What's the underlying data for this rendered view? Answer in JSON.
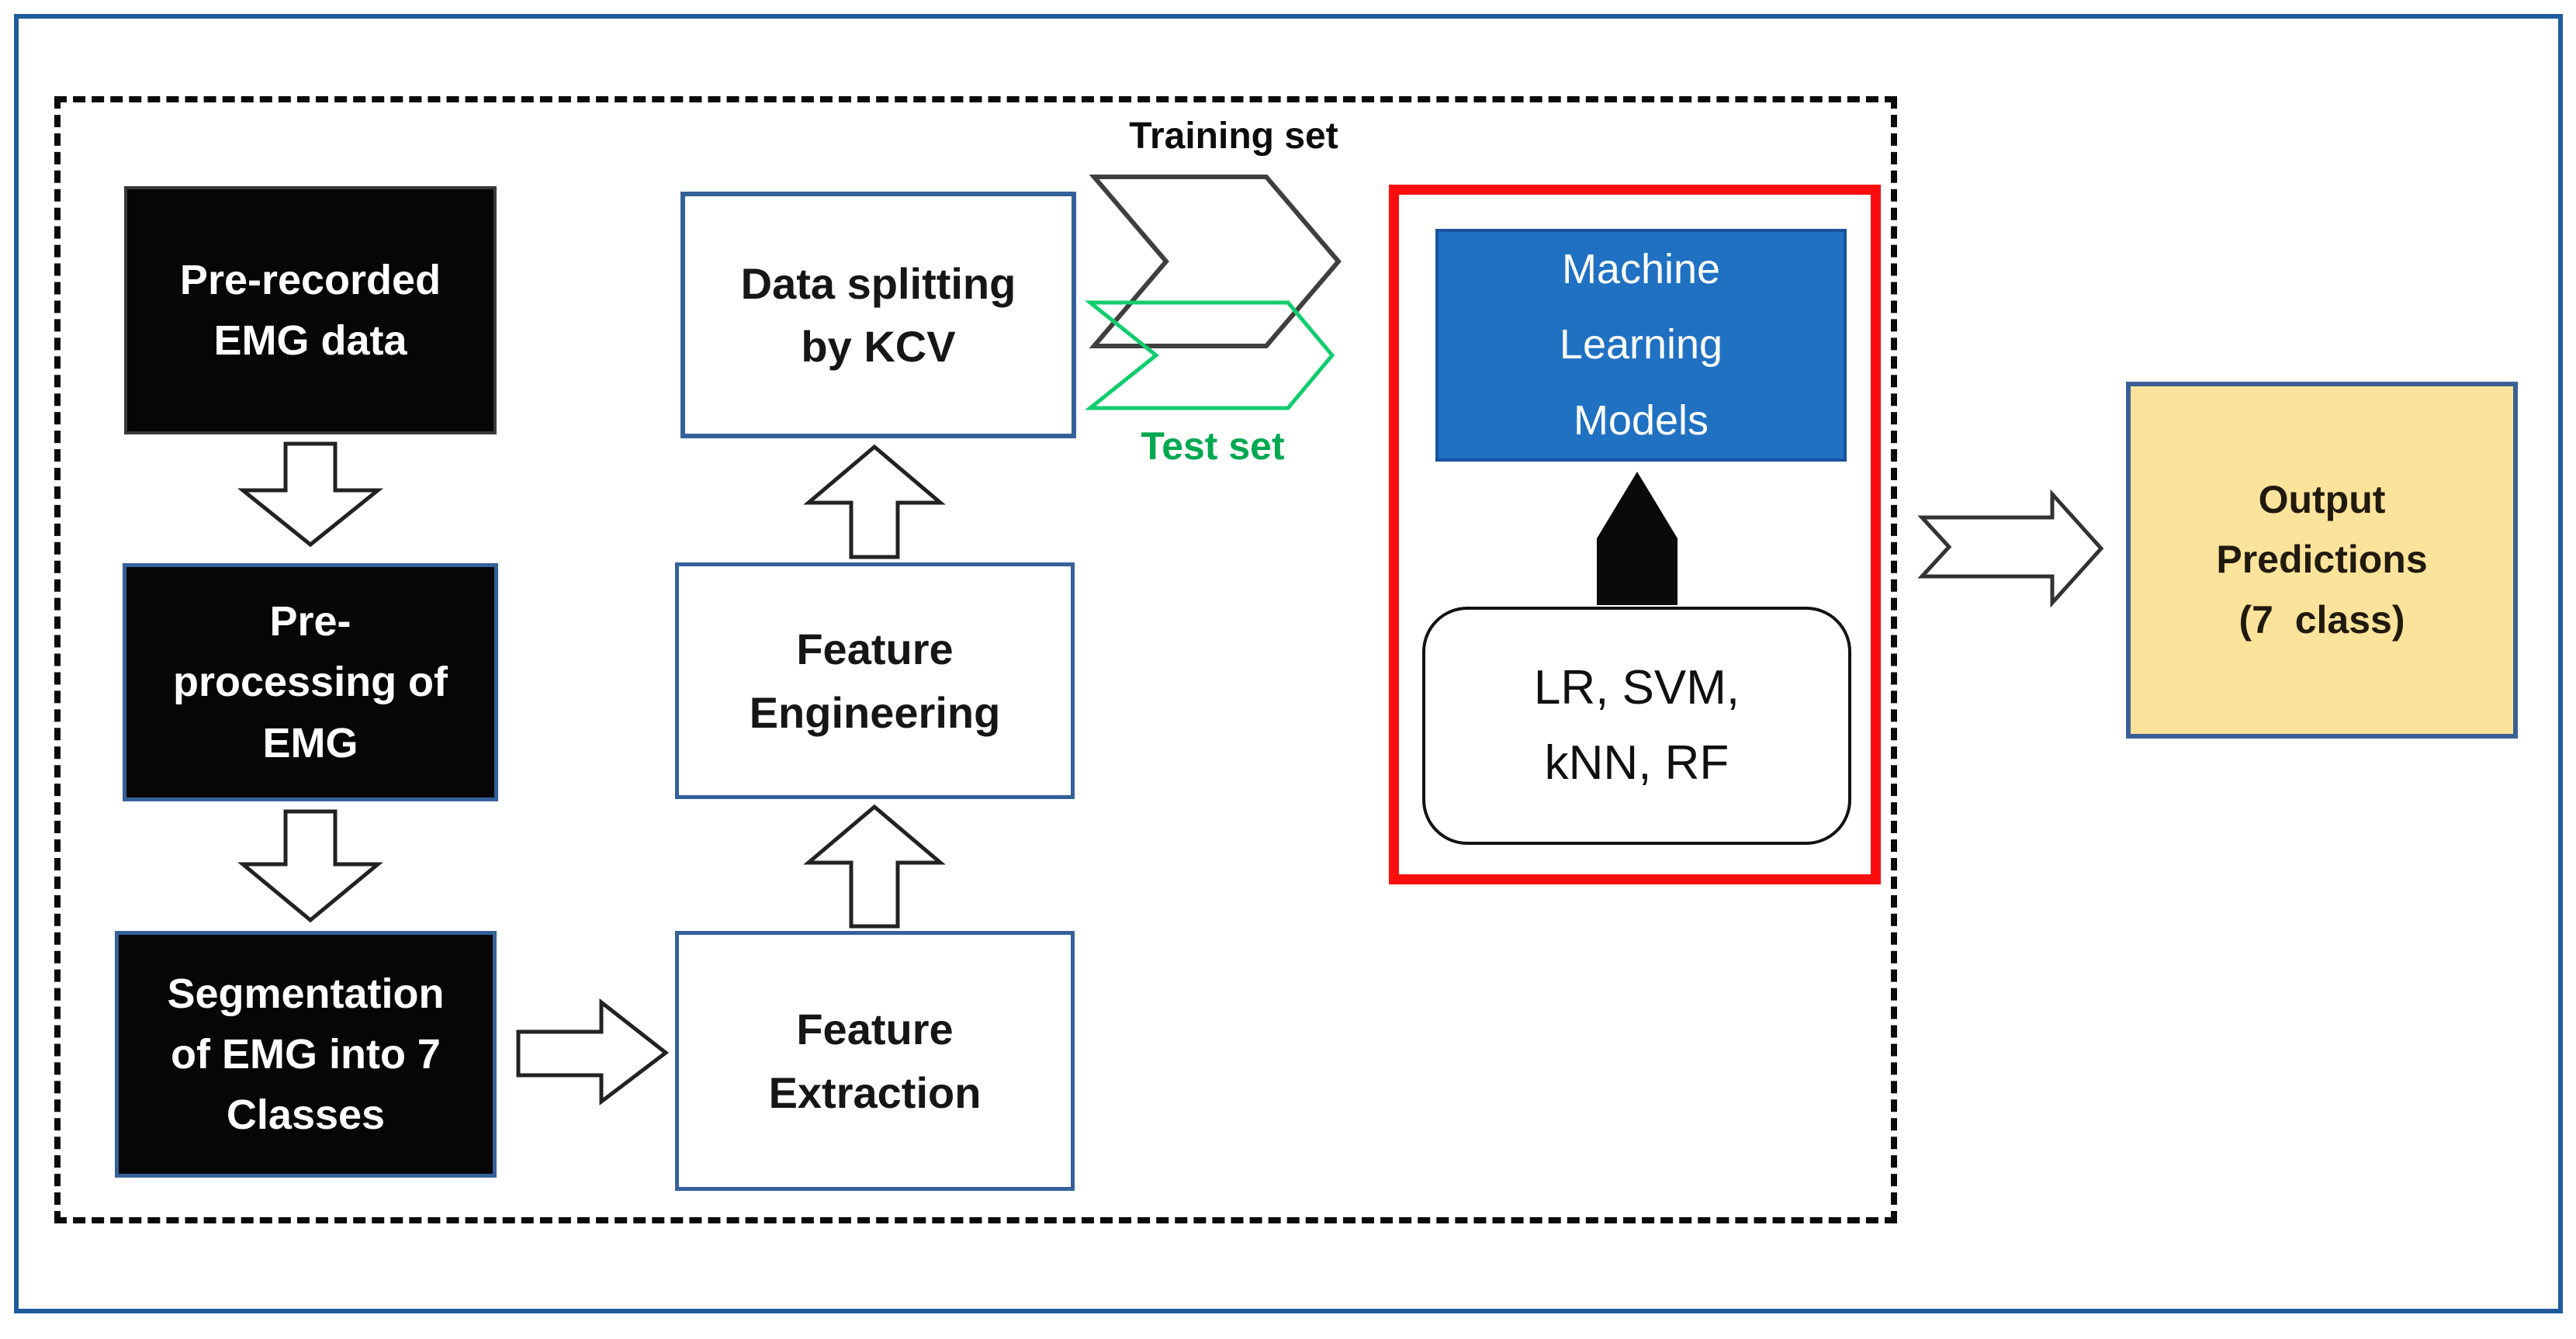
{
  "nodes": {
    "pre_recorded": {
      "text": "Pre-recorded\nEMG data"
    },
    "pre_processing": {
      "text": "Pre-\nprocessing of\nEMG"
    },
    "segmentation": {
      "text": "Segmentation\nof EMG into 7\nClasses"
    },
    "feature_extraction": {
      "text": "Feature\nExtraction"
    },
    "feature_engineering": {
      "text": "Feature\nEngineering"
    },
    "data_splitting": {
      "text": "Data splitting\nby KCV"
    },
    "ml_models": {
      "text": "Machine\nLearning\nModels"
    },
    "model_list": {
      "text": "LR, SVM,\nkNN, RF"
    },
    "output_predictions": {
      "text": "Output\nPredictions\n(7  class)"
    }
  },
  "labels": {
    "training_set": "Training set",
    "test_set": "Test set"
  },
  "colors": {
    "outer_border": "#1f5c99",
    "node_border_blue": "#35619b",
    "black_node_fill": "#060606",
    "ml_blue_fill": "#2071c2",
    "red_highlight": "#fb0d0d",
    "yellow_fill": "#fbe39b",
    "test_set_green": "#00a850",
    "chevron_green": "#10cd6e",
    "chevron_gray": "#3f3f3f"
  }
}
